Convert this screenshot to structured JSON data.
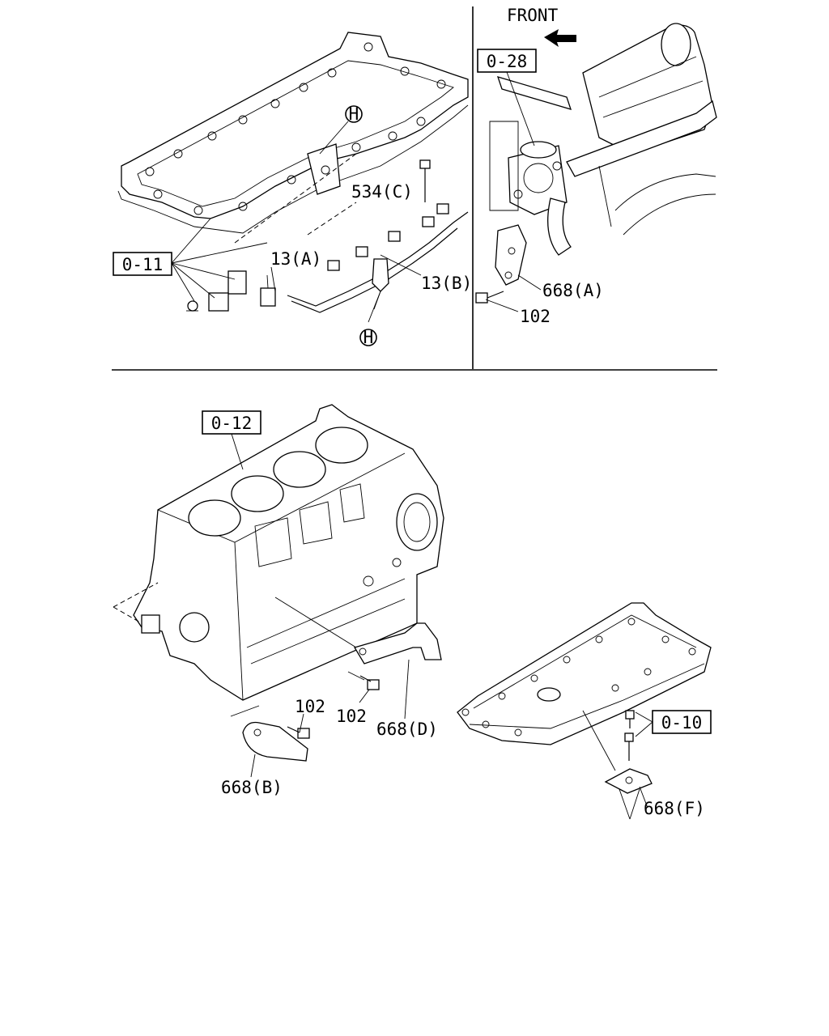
{
  "diagram": {
    "front_label": "FRONT",
    "callouts": {
      "ref_0_11": "0-11",
      "ref_0_28": "0-28",
      "ref_0_12": "0-12",
      "ref_0_10": "0-10",
      "marker_h_top": "H",
      "marker_h_bottom": "H"
    },
    "parts": {
      "p534c": "534(C)",
      "p13a": "13(A)",
      "p13b": "13(B)",
      "p668a": "668(A)",
      "p102_top": "102",
      "p102_mid_right": "102",
      "p102_mid_left": "102",
      "p668d": "668(D)",
      "p668b": "668(B)",
      "p668f": "668(F)"
    }
  }
}
